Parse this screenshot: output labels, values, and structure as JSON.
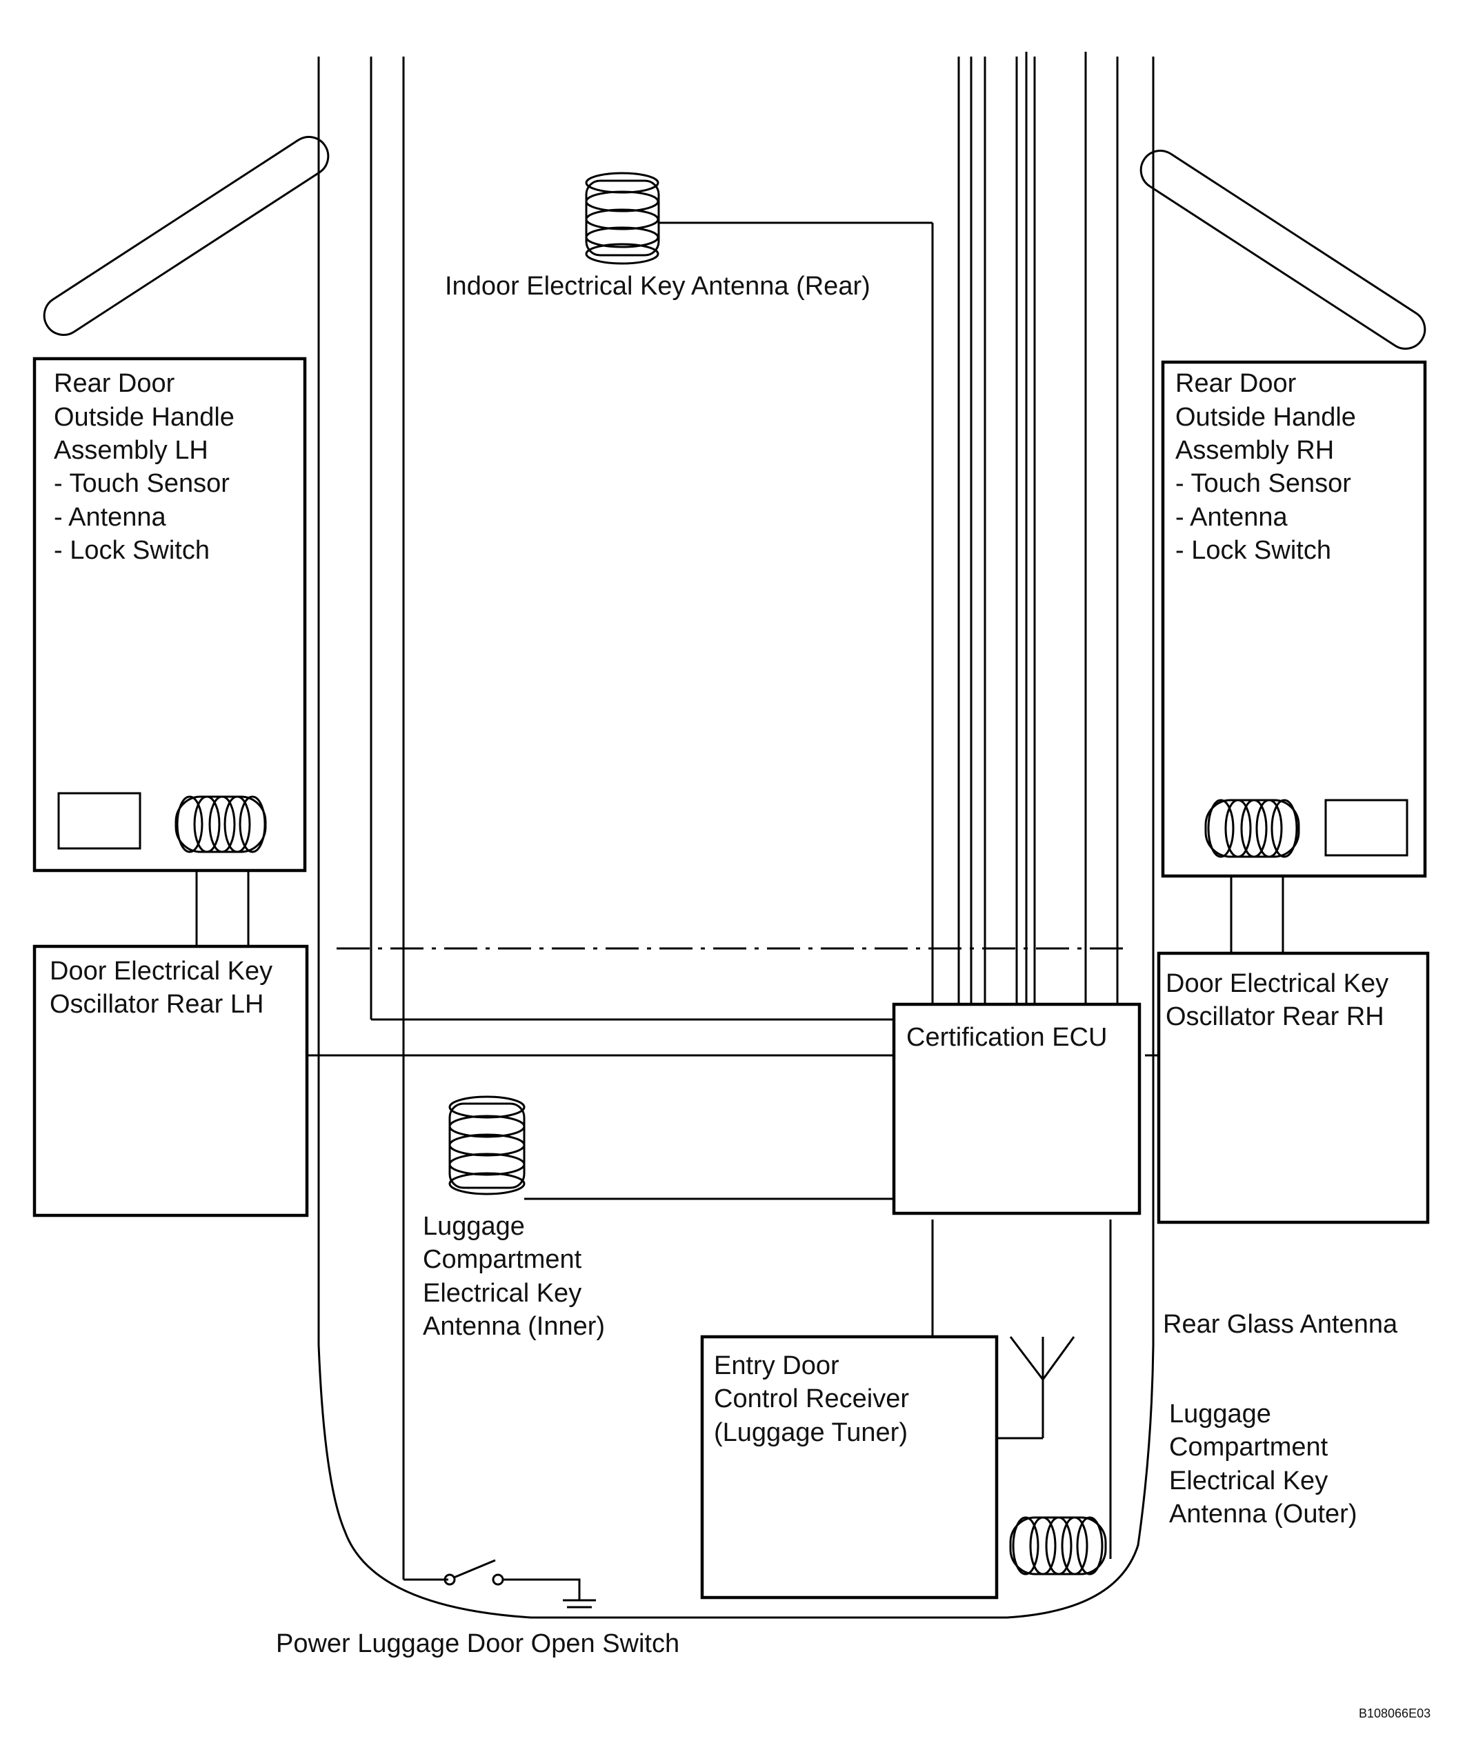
{
  "labels": {
    "indoor_antenna": "Indoor Electrical Key Antenna (Rear)",
    "handle_lh": [
      "Rear Door",
      "Outside Handle",
      "Assembly LH",
      "- Touch Sensor",
      "- Antenna",
      "- Lock Switch"
    ],
    "handle_rh": [
      "Rear Door",
      "Outside Handle",
      "Assembly RH",
      "- Touch Sensor",
      "- Antenna",
      "- Lock Switch"
    ],
    "oscillator_lh": [
      "Door Electrical Key",
      "Oscillator Rear LH"
    ],
    "oscillator_rh": [
      "Door Electrical Key",
      "Oscillator Rear RH"
    ],
    "ecu": "Certification ECU",
    "luggage_inner": [
      "Luggage",
      "Compartment",
      "Electrical Key",
      "Antenna (Inner)"
    ],
    "rear_glass": "Rear Glass Antenna",
    "receiver": [
      "Entry Door",
      "Control Receiver",
      "(Luggage Tuner)"
    ],
    "luggage_outer": [
      "Luggage",
      "Compartment",
      "Electrical Key",
      "Antenna (Outer)"
    ],
    "switch": "Power Luggage Door Open Switch",
    "figure_code": "B108066E03"
  }
}
